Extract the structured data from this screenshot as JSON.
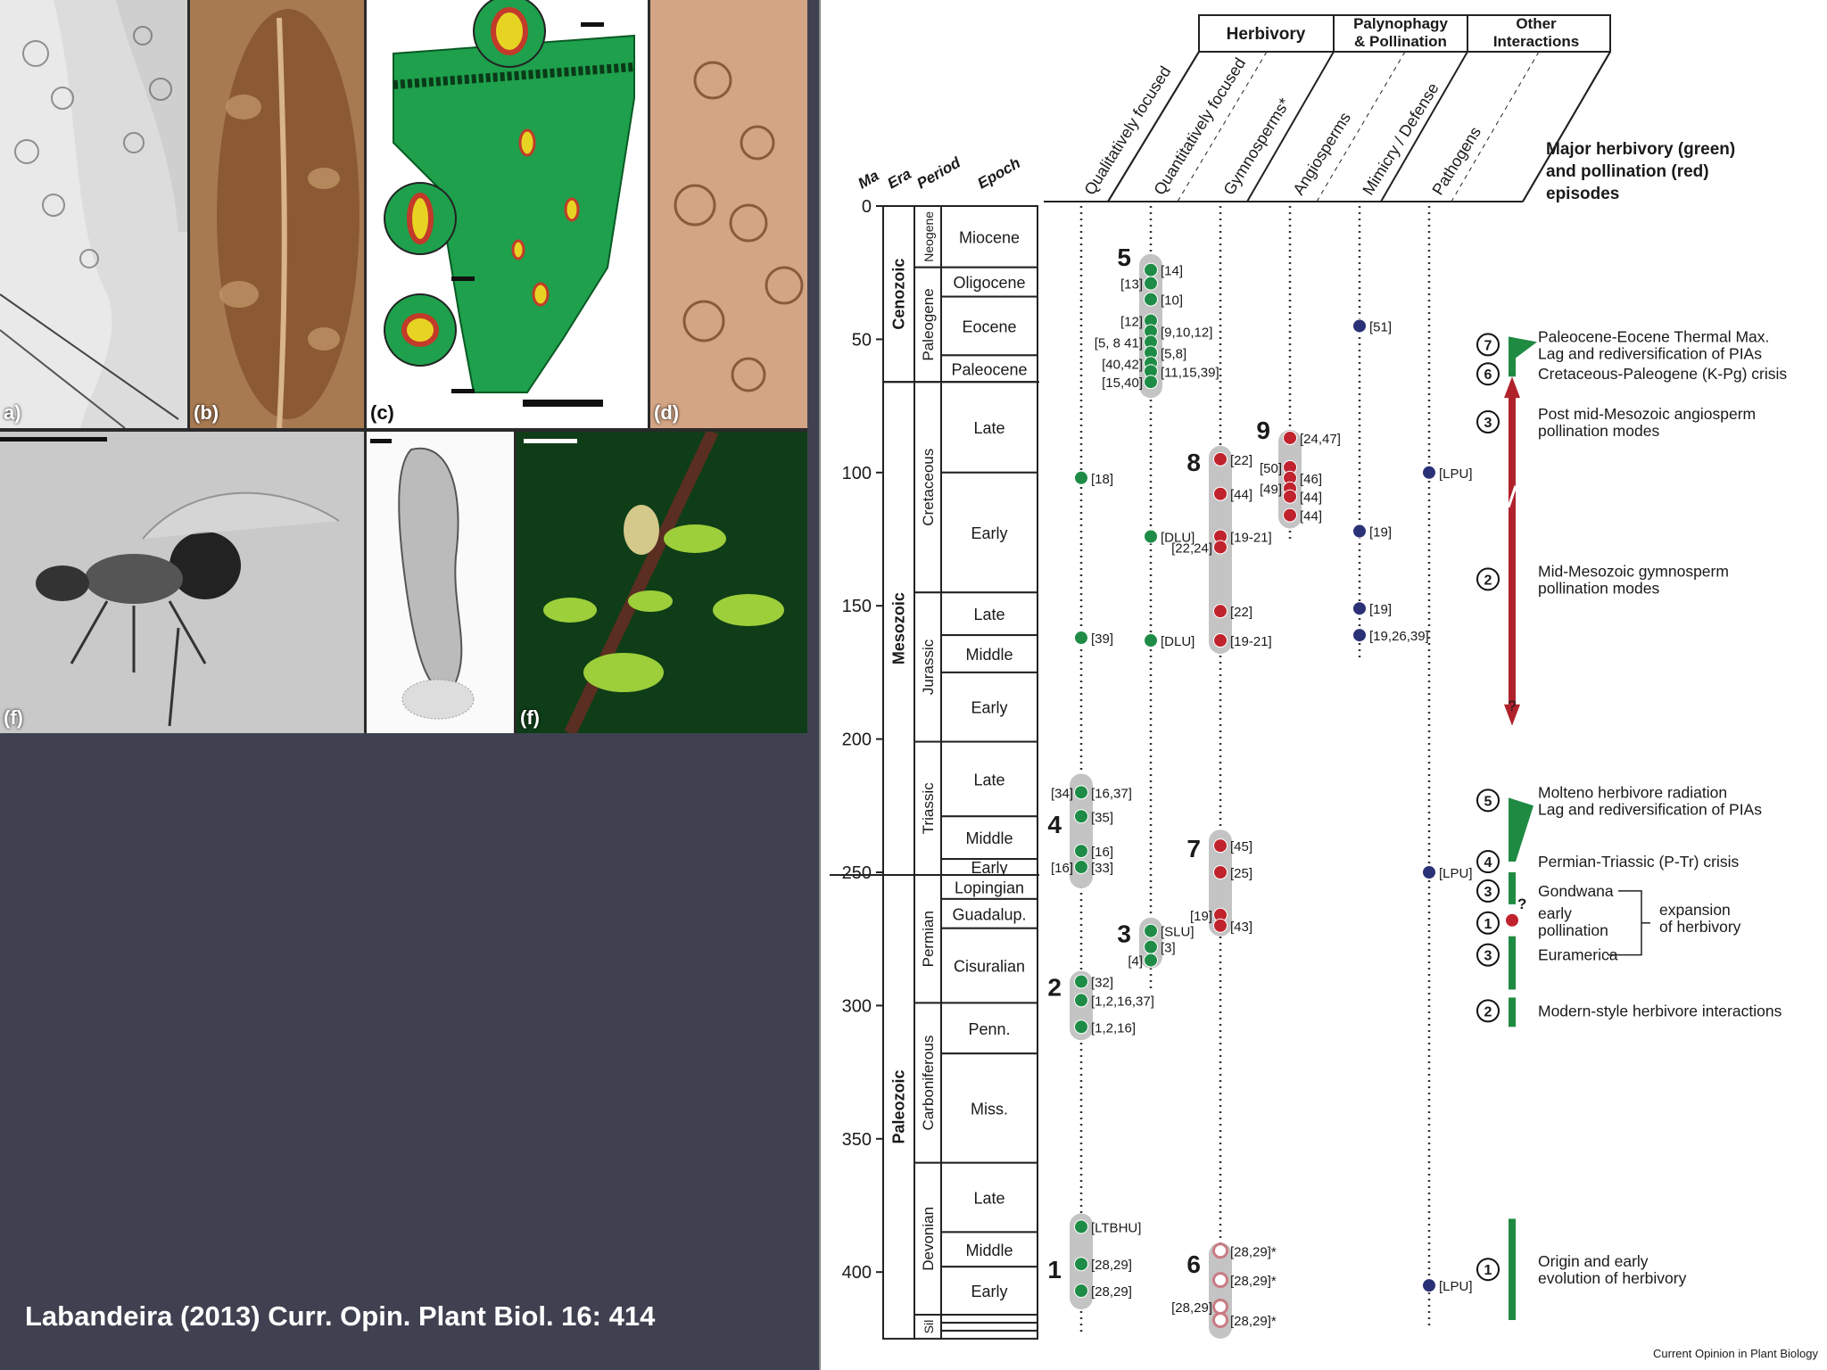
{
  "credit": "Labandeira (2013) Curr. Opin. Plant Biol. 16: 414",
  "photo_labels": [
    "a)",
    "(b)",
    "(c)",
    "(d)",
    "(f)",
    "(f)"
  ],
  "axis": {
    "ma": "Ma",
    "era": "Era",
    "period": "Period",
    "epoch": "Epoch",
    "ticks": [
      {
        "v": 0,
        "t": "0"
      },
      {
        "v": 50,
        "t": "50"
      },
      {
        "v": 100,
        "t": "100"
      },
      {
        "v": 150,
        "t": "150"
      },
      {
        "v": 200,
        "t": "200"
      },
      {
        "v": 250,
        "t": "250"
      },
      {
        "v": 300,
        "t": "300"
      },
      {
        "v": 350,
        "t": "350"
      },
      {
        "v": 400,
        "t": "400"
      }
    ]
  },
  "eras": [
    {
      "name": "Cenozoic",
      "start": 0,
      "end": 66
    },
    {
      "name": "Mesozoic",
      "start": 66,
      "end": 251
    },
    {
      "name": "Paleozoic",
      "start": 251,
      "end": 425
    }
  ],
  "periods": [
    {
      "name": "Neogene",
      "start": 0,
      "end": 23
    },
    {
      "name": "Paleogene",
      "start": 23,
      "end": 66
    },
    {
      "name": "Cretaceous",
      "start": 66,
      "end": 145
    },
    {
      "name": "Jurassic",
      "start": 145,
      "end": 201
    },
    {
      "name": "Triassic",
      "start": 201,
      "end": 251
    },
    {
      "name": "Permian",
      "start": 251,
      "end": 299
    },
    {
      "name": "Carboniferous",
      "start": 299,
      "end": 359
    },
    {
      "name": "Devonian",
      "start": 359,
      "end": 416
    },
    {
      "name": "Sil",
      "start": 416,
      "end": 425
    }
  ],
  "epochs": [
    {
      "name": "Miocene",
      "start": 0,
      "end": 23
    },
    {
      "name": "Oligocene",
      "start": 23,
      "end": 34
    },
    {
      "name": "Eocene",
      "start": 34,
      "end": 56
    },
    {
      "name": "Paleocene",
      "start": 56,
      "end": 66
    },
    {
      "name": "Late",
      "start": 66,
      "end": 100
    },
    {
      "name": "Early",
      "start": 100,
      "end": 145
    },
    {
      "name": "Late",
      "start": 145,
      "end": 161
    },
    {
      "name": "Middle",
      "start": 161,
      "end": 175
    },
    {
      "name": "Early",
      "start": 175,
      "end": 201
    },
    {
      "name": "Late",
      "start": 201,
      "end": 229
    },
    {
      "name": "Middle",
      "start": 229,
      "end": 245
    },
    {
      "name": "Early",
      "start": 245,
      "end": 251
    },
    {
      "name": "Lopingian",
      "start": 251,
      "end": 260
    },
    {
      "name": "Guadalup.",
      "start": 260,
      "end": 271
    },
    {
      "name": "Cisuralian",
      "start": 271,
      "end": 299
    },
    {
      "name": "Penn.",
      "start": 299,
      "end": 318
    },
    {
      "name": "Miss.",
      "start": 318,
      "end": 359
    },
    {
      "name": "Late",
      "start": 359,
      "end": 385
    },
    {
      "name": "Middle",
      "start": 385,
      "end": 398
    },
    {
      "name": "Early",
      "start": 398,
      "end": 416
    },
    {
      "name": "",
      "start": 416,
      "end": 419
    },
    {
      "name": "",
      "start": 419,
      "end": 422
    },
    {
      "name": "",
      "start": 422,
      "end": 425
    }
  ],
  "headers": {
    "herbivory": "Herbivory",
    "palyno_1": "Palynophagy",
    "palyno_2": "& Pollination",
    "other_1": "Other",
    "other_2": "Interactions"
  },
  "columns": [
    "Qualitatively focused",
    "Quantitatively focused",
    "Gymnosperms*",
    "Angiosperms",
    "Mimicry / Defense",
    "Pathogens"
  ],
  "column_range": [
    [
      0,
      423
    ],
    [
      0,
      295
    ],
    [
      0,
      425
    ],
    [
      0,
      126
    ],
    [
      0,
      170
    ],
    [
      0,
      420
    ]
  ],
  "legend_title": [
    "Major herbivory (green)",
    "and pollination (red)",
    "episodes"
  ],
  "footer": "Current Opinion in Plant Biology",
  "episodes": [
    {
      "num": "1",
      "col": 0,
      "start": 378,
      "end": 414,
      "label_age": 399
    },
    {
      "num": "2",
      "col": 0,
      "start": 287,
      "end": 313,
      "label_age": 293
    },
    {
      "num": "3",
      "col": 1,
      "start": 267,
      "end": 286,
      "label_age": 273
    },
    {
      "num": "4",
      "col": 0,
      "start": 213,
      "end": 256,
      "label_age": 232
    },
    {
      "num": "5",
      "col": 1,
      "start": 18,
      "end": 72,
      "label_age": 19
    },
    {
      "num": "6",
      "col": 2,
      "start": 389,
      "end": 425,
      "label_age": 397
    },
    {
      "num": "7",
      "col": 2,
      "start": 234,
      "end": 274,
      "label_age": 241
    },
    {
      "num": "8",
      "col": 2,
      "start": 90,
      "end": 168,
      "label_age": 96
    },
    {
      "num": "9",
      "col": 3,
      "start": 84,
      "end": 121,
      "label_age": 84
    }
  ],
  "points": [
    {
      "col": 0,
      "age": 383,
      "c": "g",
      "ref": "[LTBHU]"
    },
    {
      "col": 0,
      "age": 397,
      "c": "g",
      "ref": "[28,29]"
    },
    {
      "col": 0,
      "age": 407,
      "c": "g",
      "ref": "[28,29]"
    },
    {
      "col": 0,
      "age": 291,
      "c": "g",
      "ref": "[32]"
    },
    {
      "col": 0,
      "age": 298,
      "c": "g",
      "ref": "[1,2,16,37]"
    },
    {
      "col": 0,
      "age": 308,
      "c": "g",
      "ref": "[1,2,16]"
    },
    {
      "col": 0,
      "age": 220,
      "c": "g",
      "ref": "[16,37]",
      "refL": "[34]"
    },
    {
      "col": 0,
      "age": 229,
      "c": "g",
      "ref": "[35]"
    },
    {
      "col": 0,
      "age": 242,
      "c": "g",
      "ref": "[16]"
    },
    {
      "col": 0,
      "age": 248,
      "c": "g",
      "ref": "[33]",
      "refL": "[16]"
    },
    {
      "col": 0,
      "age": 102,
      "c": "g",
      "ref": "[18]"
    },
    {
      "col": 0,
      "age": 162,
      "c": "g",
      "ref": "[39]"
    },
    {
      "col": 1,
      "age": 272,
      "c": "g",
      "ref": "[SLU]"
    },
    {
      "col": 1,
      "age": 278,
      "c": "g",
      "ref": "[3]"
    },
    {
      "col": 1,
      "age": 283,
      "c": "g",
      "ref": "",
      "refL": "[4]"
    },
    {
      "col": 1,
      "age": 124,
      "c": "g",
      "ref": "[DLU]"
    },
    {
      "col": 1,
      "age": 163,
      "c": "g",
      "ref": "[DLU]"
    },
    {
      "col": 1,
      "age": 24,
      "c": "g",
      "ref": "[14]"
    },
    {
      "col": 1,
      "age": 29,
      "c": "g",
      "ref": "",
      "refL": "[13]"
    },
    {
      "col": 1,
      "age": 35,
      "c": "g",
      "ref": "[10]"
    },
    {
      "col": 1,
      "age": 43,
      "c": "g",
      "ref": "",
      "refL": "[12]"
    },
    {
      "col": 1,
      "age": 47,
      "c": "g",
      "ref": "[9,10,12]"
    },
    {
      "col": 1,
      "age": 51,
      "c": "g",
      "ref": "",
      "refL": "[5, 8 41]"
    },
    {
      "col": 1,
      "age": 55,
      "c": "g",
      "ref": "[5,8]"
    },
    {
      "col": 1,
      "age": 59,
      "c": "g",
      "ref": "",
      "refL": "[40,42]"
    },
    {
      "col": 1,
      "age": 62,
      "c": "g",
      "ref": "[11,15,39]"
    },
    {
      "col": 1,
      "age": 66,
      "c": "g",
      "ref": "",
      "refL": "[15,40]"
    },
    {
      "col": 2,
      "age": 392,
      "c": "w",
      "ref": "[28,29]*"
    },
    {
      "col": 2,
      "age": 403,
      "c": "w",
      "ref": "[28,29]*"
    },
    {
      "col": 2,
      "age": 413,
      "c": "w",
      "ref": "",
      "refL": "[28,29]"
    },
    {
      "col": 2,
      "age": 418,
      "c": "w",
      "ref": "[28,29]*"
    },
    {
      "col": 2,
      "age": 240,
      "c": "r",
      "ref": "[45]"
    },
    {
      "col": 2,
      "age": 250,
      "c": "r",
      "ref": "[25]"
    },
    {
      "col": 2,
      "age": 266,
      "c": "r",
      "ref": "",
      "refL": "[19]"
    },
    {
      "col": 2,
      "age": 270,
      "c": "r",
      "ref": "[43]"
    },
    {
      "col": 2,
      "age": 95,
      "c": "r",
      "ref": "[22]"
    },
    {
      "col": 2,
      "age": 108,
      "c": "r",
      "ref": "[44]"
    },
    {
      "col": 2,
      "age": 124,
      "c": "r",
      "ref": "[19-21]"
    },
    {
      "col": 2,
      "age": 128,
      "c": "r",
      "ref": "",
      "refL": "[22,24]"
    },
    {
      "col": 2,
      "age": 152,
      "c": "r",
      "ref": "[22]"
    },
    {
      "col": 2,
      "age": 163,
      "c": "r",
      "ref": "[19-21]"
    },
    {
      "col": 3,
      "age": 87,
      "c": "r",
      "ref": "[24,47]"
    },
    {
      "col": 3,
      "age": 98,
      "c": "r",
      "ref": "",
      "refL": "[50]"
    },
    {
      "col": 3,
      "age": 102,
      "c": "r",
      "ref": "[46]"
    },
    {
      "col": 3,
      "age": 106,
      "c": "r",
      "ref": "",
      "refL": "[49]"
    },
    {
      "col": 3,
      "age": 109,
      "c": "r",
      "ref": "[44]"
    },
    {
      "col": 3,
      "age": 116,
      "c": "r",
      "ref": "[44]"
    },
    {
      "col": 4,
      "age": 45,
      "c": "b",
      "ref": "[51]"
    },
    {
      "col": 4,
      "age": 122,
      "c": "b",
      "ref": "[19]"
    },
    {
      "col": 4,
      "age": 151,
      "c": "b",
      "ref": "[19]"
    },
    {
      "col": 4,
      "age": 161,
      "c": "b",
      "ref": "[19,26,39]"
    },
    {
      "col": 5,
      "age": 100,
      "c": "b",
      "ref": "[LPU]"
    },
    {
      "col": 5,
      "age": 250,
      "c": "b",
      "ref": "[LPU]"
    },
    {
      "col": 5,
      "age": 405,
      "c": "b",
      "ref": "[LPU]"
    }
  ],
  "right_episodes": [
    {
      "num": "7",
      "age": 52,
      "lines": [
        "Paleocene-Eocene Thermal Max.",
        "Lag and rediversification of PIAs"
      ]
    },
    {
      "num": "6",
      "age": 63,
      "lines": [
        "Cretaceous-Paleogene (K-Pg) crisis"
      ]
    },
    {
      "num": "3",
      "age": 81,
      "lines": [
        "Post mid-Mesozoic angiosperm",
        "pollination modes"
      ]
    },
    {
      "num": "2",
      "age": 140,
      "lines": [
        "Mid-Mesozoic gymnosperm",
        "pollination modes"
      ]
    },
    {
      "num": "5",
      "age": 223,
      "lines": [
        "Molteno herbivore radiation",
        "Lag and rediversification of PIAs"
      ]
    },
    {
      "num": "4",
      "age": 246,
      "lines": [
        "Permian-Triassic (P-Tr) crisis"
      ]
    },
    {
      "num": "3",
      "age": 257,
      "lines": [
        "Gondwana"
      ]
    },
    {
      "num": "1",
      "age": 269,
      "lines": []
    },
    {
      "num": "3",
      "age": 281,
      "lines": [
        "Euramerica"
      ]
    },
    {
      "num": "2",
      "age": 302,
      "lines": [
        "Modern-style herbivore interactions"
      ]
    },
    {
      "num": "1",
      "age": 399,
      "lines": [
        "Origin and early",
        "evolution of herbivory"
      ]
    }
  ],
  "early_pollination": [
    "early",
    "pollination"
  ],
  "expansion": [
    "expansion",
    "of herbivory"
  ],
  "question_mark": "?",
  "colors": {
    "green": "#1e8c46",
    "red": "#c0232d",
    "navy": "#2a3176",
    "pink": "#c97b83",
    "bar_green": "#1f8a42",
    "bar_red": "#b0222b",
    "gray": "#c4c4c4"
  }
}
